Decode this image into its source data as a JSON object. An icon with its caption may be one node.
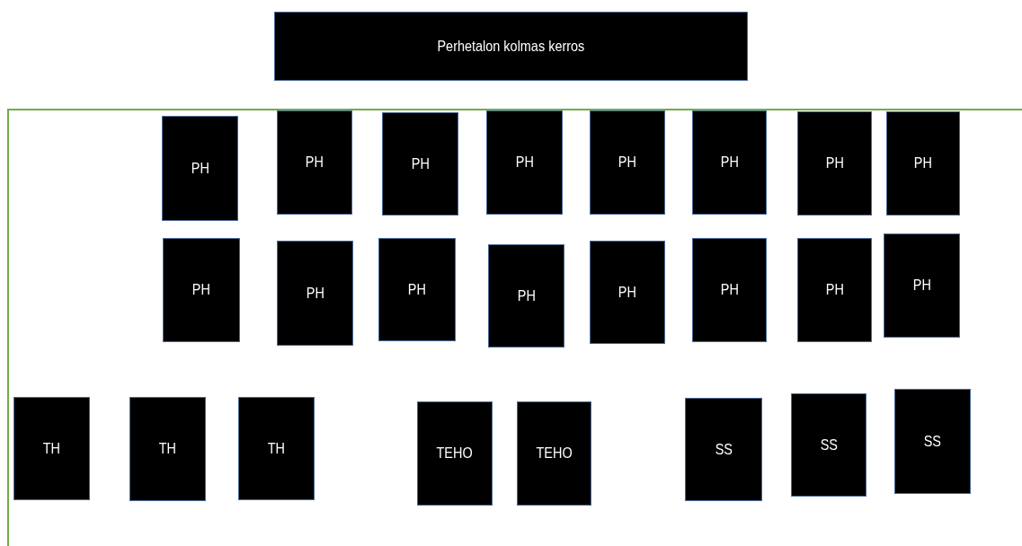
{
  "diagram": {
    "nodes": [
      {
        "text": [
          "Perhetalon kolmas kerros"
        ]
      },
      {
        "text": [
          "PH"
        ]
      },
      {
        "text": [
          "PH"
        ]
      },
      {
        "text": [
          "PH"
        ]
      },
      {
        "text": [
          "PH"
        ]
      },
      {
        "text": [
          "PH"
        ]
      },
      {
        "text": [
          "PH"
        ]
      },
      {
        "text": [
          "PH"
        ]
      },
      {
        "text": [
          "PH"
        ]
      },
      {
        "text": [
          "PH"
        ]
      },
      {
        "text": [
          "PH"
        ]
      },
      {
        "text": [
          "PH"
        ]
      },
      {
        "text": [
          "PH"
        ]
      },
      {
        "text": [
          "PH"
        ]
      },
      {
        "text": [
          "PH"
        ]
      },
      {
        "text": [
          "PH"
        ]
      },
      {
        "text": [
          "PH"
        ]
      },
      {
        "text": [
          "TH"
        ]
      },
      {
        "text": [
          "TH"
        ]
      },
      {
        "text": [
          "TH"
        ]
      },
      {
        "text": [
          "TEHO"
        ]
      },
      {
        "text": [
          "TEHO"
        ]
      },
      {
        "text": [
          "SS"
        ]
      },
      {
        "text": [
          "SS"
        ]
      },
      {
        "text": [
          "SS"
        ]
      }
    ]
  }
}
